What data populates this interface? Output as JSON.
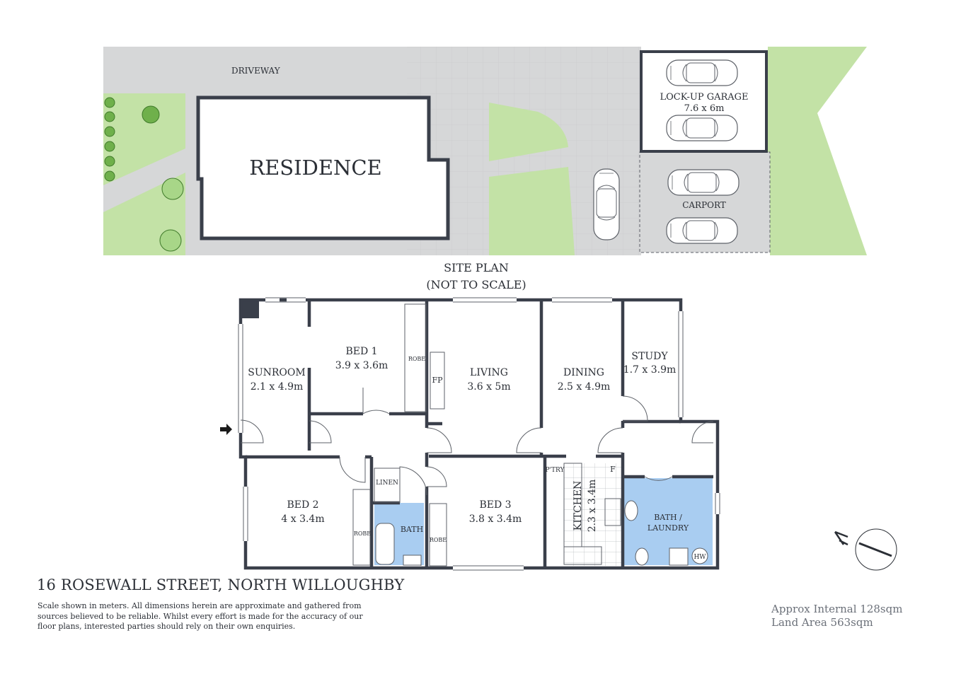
{
  "site_plan": {
    "driveway": "DRIVEWAY",
    "residence": "RESIDENCE",
    "garage_name": "LOCK-UP GARAGE",
    "garage_size": "7.6 x 6m",
    "carport": "CARPORT",
    "title_line1": "SITE PLAN",
    "title_line2": "(NOT TO SCALE)"
  },
  "rooms": {
    "sunroom": {
      "name": "SUNROOM",
      "size": "2.1 x 4.9m"
    },
    "bed1": {
      "name": "BED 1",
      "size": "3.9 x 3.6m"
    },
    "living": {
      "name": "LIVING",
      "size": "3.6 x 5m"
    },
    "dining": {
      "name": "DINING",
      "size": "2.5 x 4.9m"
    },
    "study": {
      "name": "STUDY",
      "size": "1.7 x 3.9m"
    },
    "bed2": {
      "name": "BED 2",
      "size": "4 x 3.4m"
    },
    "bed3": {
      "name": "BED 3",
      "size": "3.8 x 3.4m"
    },
    "kitchen": {
      "name": "KITCHEN",
      "size": "2.3 x 3.4m"
    },
    "bath": {
      "name": "BATH"
    },
    "bath_laundry": {
      "name": "BATH /",
      "name2": "LAUNDRY"
    }
  },
  "fixtures": {
    "robe": "ROBE",
    "fireplace": "FP",
    "linen": "LINEN",
    "pantry": "P'TRY",
    "fridge": "F",
    "hot_water": "HW"
  },
  "footer": {
    "address": "16 ROSEWALL STREET, NORTH WILLOUGHBY",
    "disclaimer": "Scale shown in meters. All dimensions herein are approximate and gathered from sources believed to be  reliable. Whilst every effort is made for the accuracy of our floor plans, interested parties should rely on their own enquiries.",
    "internal_area": "Approx Internal 128sqm",
    "land_area": "Land Area 563sqm"
  },
  "colors": {
    "wall": "#3a3f4a",
    "paving": "#d6d7d8",
    "lawn": "#c3e2a6",
    "wet_area": "#a9cdf1"
  }
}
